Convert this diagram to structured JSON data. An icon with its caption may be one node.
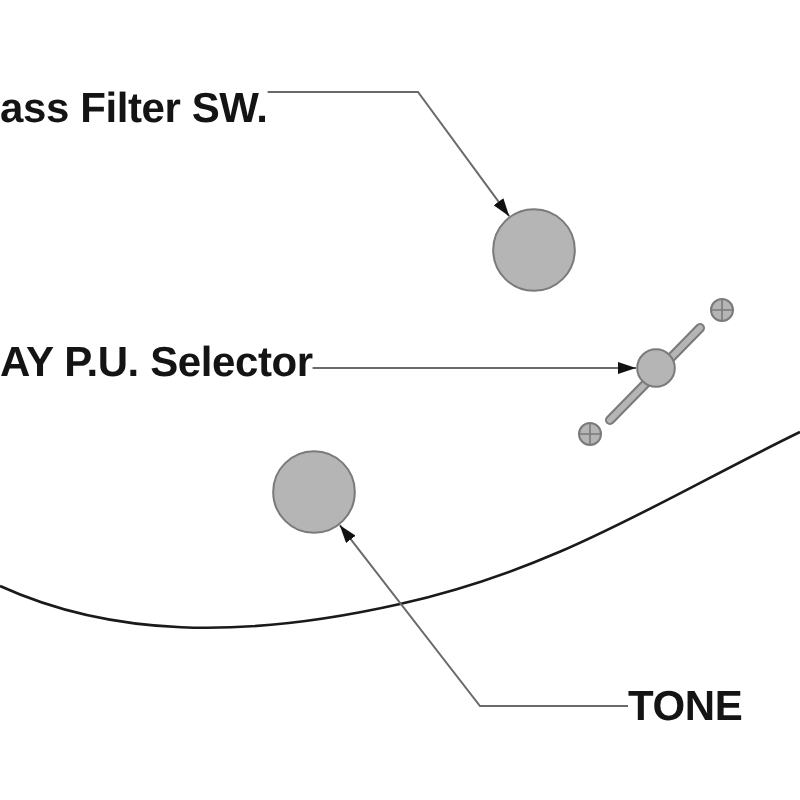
{
  "diagram": {
    "nodes": [
      {
        "text": [
          "ass Filter SW."
        ]
      },
      {
        "text": [],
        "shape": "circle"
      },
      {
        "text": [
          "AY P.U. Selector"
        ]
      },
      {
        "text": [],
        "shape": "circle"
      },
      {
        "text": [],
        "shape": "circle"
      },
      {
        "text": [
          "TONE"
        ]
      }
    ],
    "edges": [
      {
        "from": 0,
        "to": 1,
        "arrow": "to"
      },
      {
        "from": 2,
        "to": 3,
        "arrow": "to"
      },
      {
        "from": 5,
        "to": 4,
        "arrow": "to"
      }
    ]
  }
}
